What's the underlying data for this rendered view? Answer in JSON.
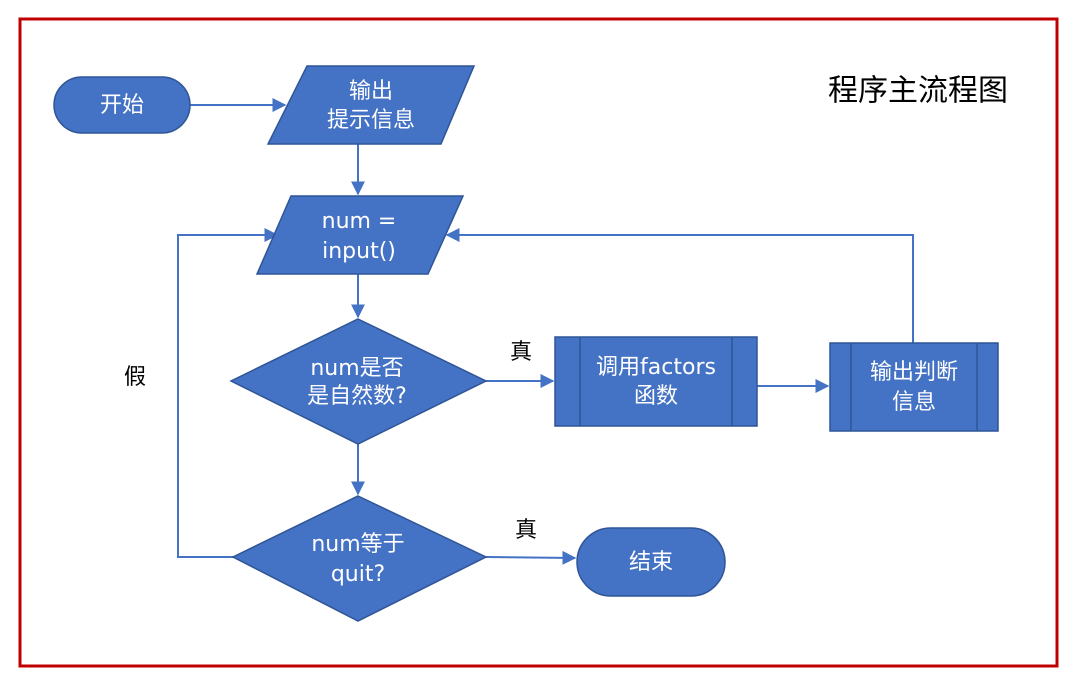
{
  "title": "程序主流程图",
  "colors": {
    "node_fill": "#4472C4",
    "node_stroke": "#2F5597",
    "edge": "#4472C4",
    "frame": "#C00000",
    "node_text": "#FFFFFF",
    "label_text": "#000000"
  },
  "nodes": {
    "start": {
      "label": "开始"
    },
    "output_prompt": {
      "line1": "输出",
      "line2": "提示信息"
    },
    "input": {
      "line1": "num =",
      "line2": "input()"
    },
    "decision_natural": {
      "line1": "num是否",
      "line2": "是自然数?"
    },
    "decision_quit": {
      "line1": "num等于",
      "line2": "quit?"
    },
    "call_factors": {
      "line1": "调用factors",
      "line2": "函数"
    },
    "output_judge": {
      "line1": "输出判断",
      "line2": "信息"
    },
    "end": {
      "label": "结束"
    }
  },
  "edges": {
    "natural_true_label": "真",
    "quit_true_label": "真",
    "quit_false_label": "假"
  }
}
